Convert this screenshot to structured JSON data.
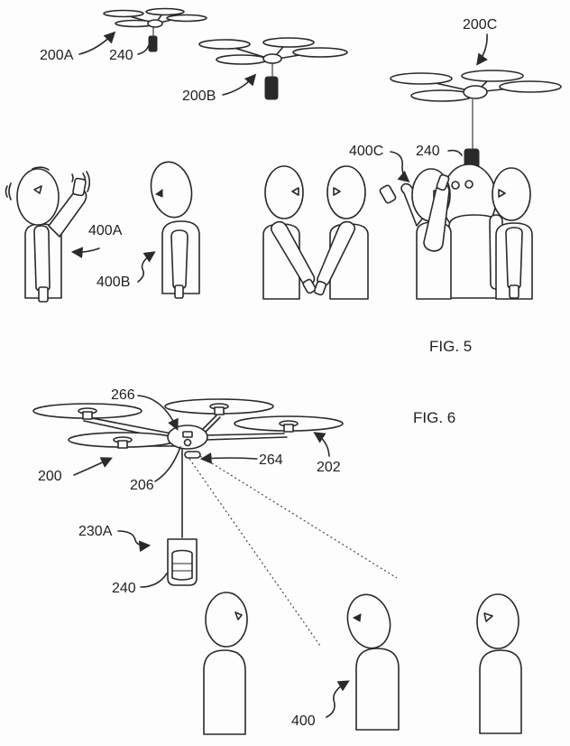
{
  "figures": [
    {
      "caption": "FIG. 5",
      "labels": {
        "drone_a": "200A",
        "drone_a_payload": "240",
        "drone_b": "200B",
        "drone_c": "200C",
        "drone_c_payload": "240",
        "person_a": "400A",
        "person_b": "400B",
        "person_c": "400C"
      }
    },
    {
      "caption": "FIG. 6",
      "labels": {
        "drone": "200",
        "rotor": "202",
        "tether_mount": "206",
        "camera": "266",
        "sensor_array": "264",
        "payload_holder": "230A",
        "payload": "240",
        "people": "400"
      }
    }
  ]
}
